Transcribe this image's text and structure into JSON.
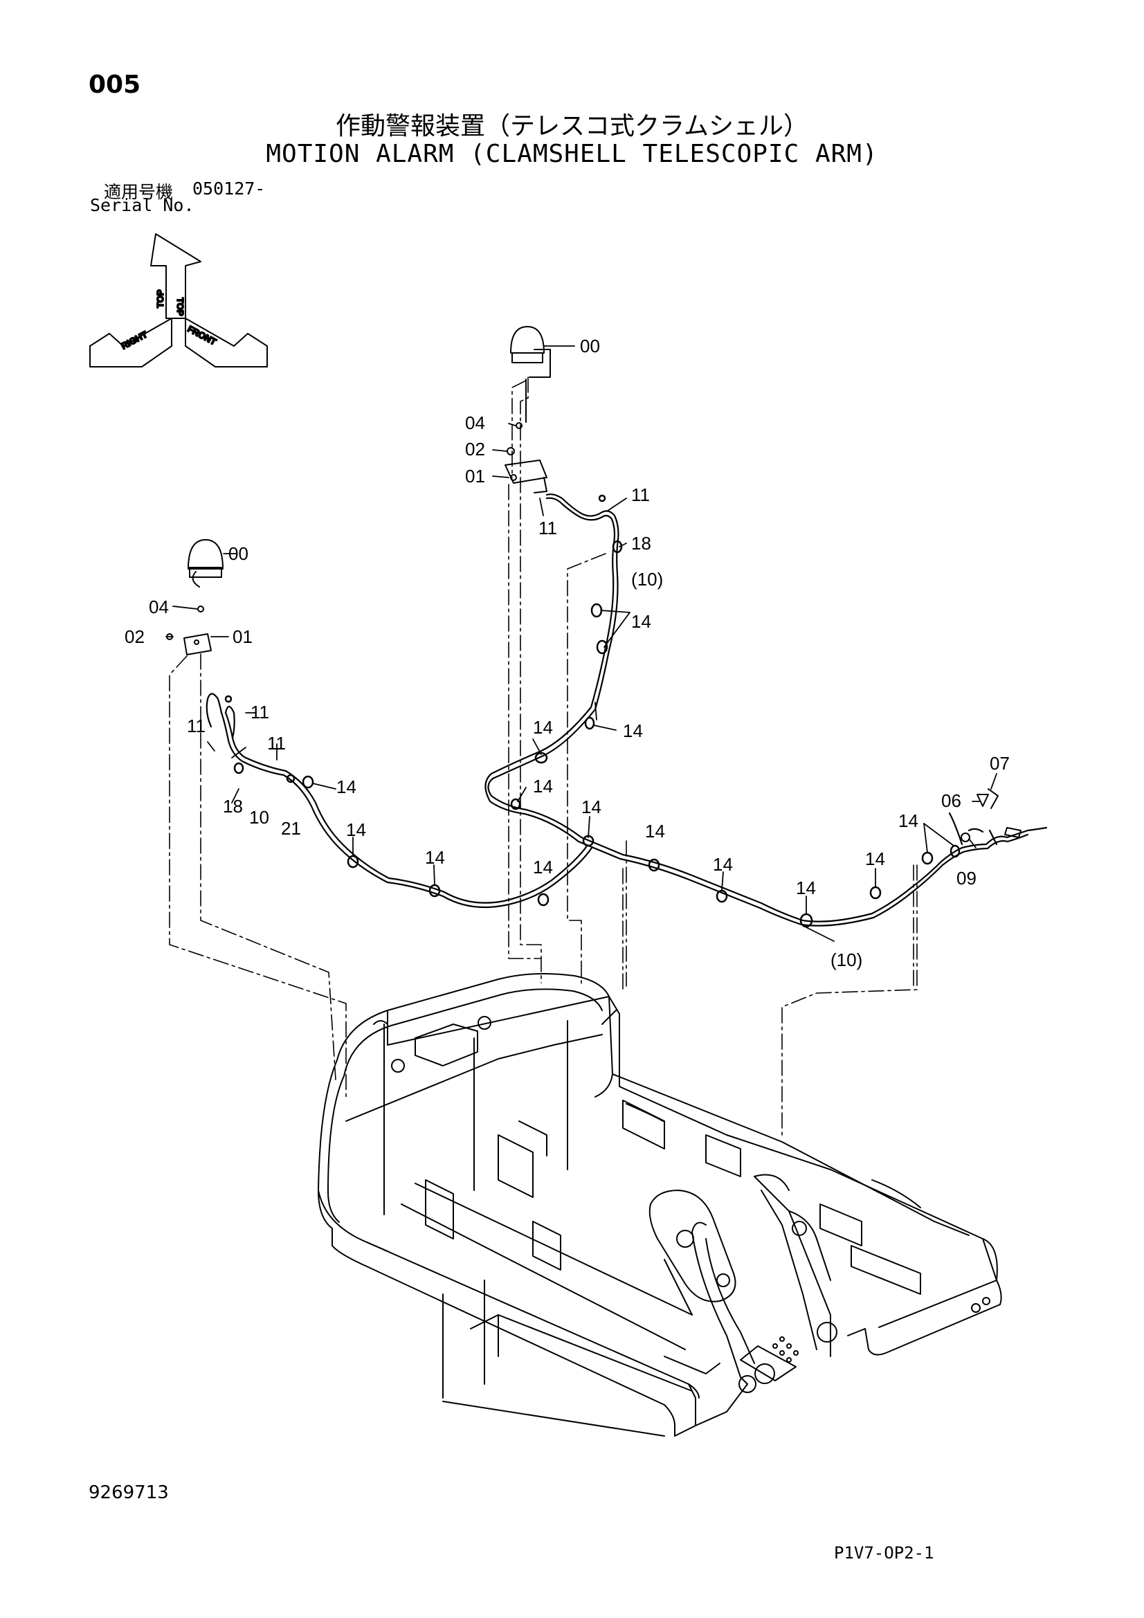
{
  "page_number": "005",
  "title_ja": "作動警報装置（テレスコ式クラムシェル）",
  "title_en": "MOTION ALARM (CLAMSHELL TELESCOPIC ARM)",
  "serial": {
    "label_ja": "適用号機",
    "value": "050127-",
    "label_en": "Serial No."
  },
  "orientation": {
    "top": "TOP",
    "right": "RIGHT",
    "front": "FRONT"
  },
  "callouts": {
    "beacon_r": "00",
    "washer_r": "04",
    "bolt_r": "02",
    "bracket_r": "01",
    "clip_r_a": "11",
    "clip_r_b": "11",
    "clamp_r_a": "18",
    "harness_r": "(10)",
    "clamp_r_b": "14",
    "beacon_l": "00",
    "washer_l": "04",
    "bolt_l": "02",
    "bracket_l": "01",
    "clip_l_a": "11",
    "clip_l_b": "11",
    "clip_l_c": "11",
    "clamp_l_a": "18",
    "harness_l": "10",
    "part_21": "21",
    "c14_a": "14",
    "c14_b": "14",
    "c14_c": "14",
    "c14_d": "14",
    "c14_e": "14",
    "c14_f": "14",
    "c14_g": "14",
    "c14_h": "14",
    "c14_i": "14",
    "c14_j": "14",
    "c14_k": "14",
    "c14_l": "14",
    "c14_m": "14",
    "c14_n": "14",
    "switch_07": "07",
    "part_06": "06",
    "harness_09": "09",
    "harness_main": "(10)"
  },
  "document_number": "9269713",
  "page_code": "P1V7-OP2-1"
}
